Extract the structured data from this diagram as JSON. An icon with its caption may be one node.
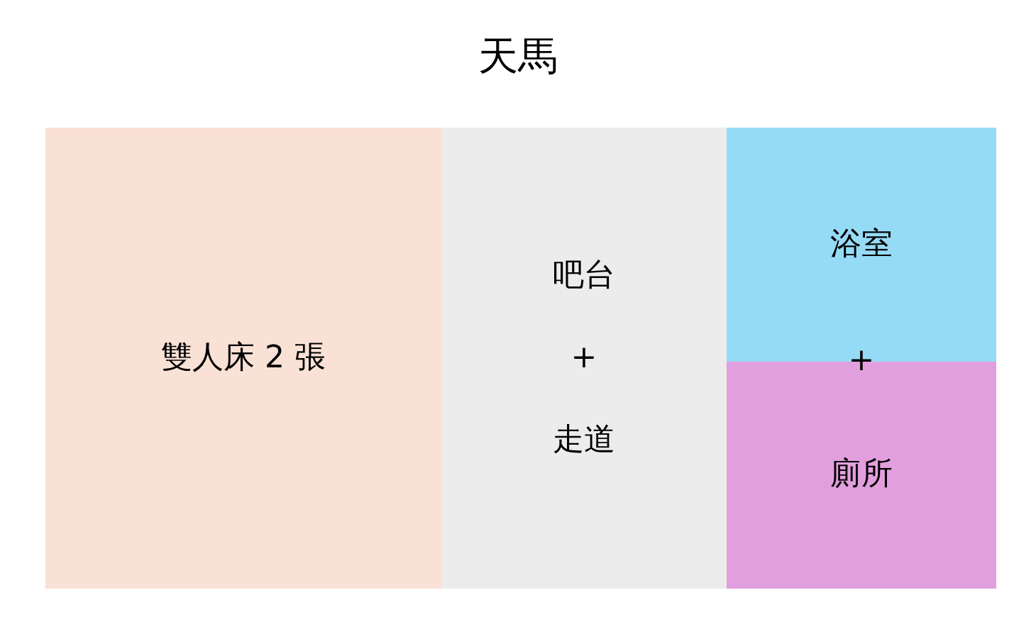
{
  "diagram": {
    "title": "天馬",
    "nodes": [
      {
        "text": [
          "雙人床 2 張"
        ]
      },
      {
        "text": [
          "吧台",
          "+",
          "走道"
        ]
      },
      {
        "text": [
          "浴室"
        ]
      },
      {
        "text": [
          "廁所"
        ]
      }
    ],
    "labels": [
      "+"
    ]
  }
}
